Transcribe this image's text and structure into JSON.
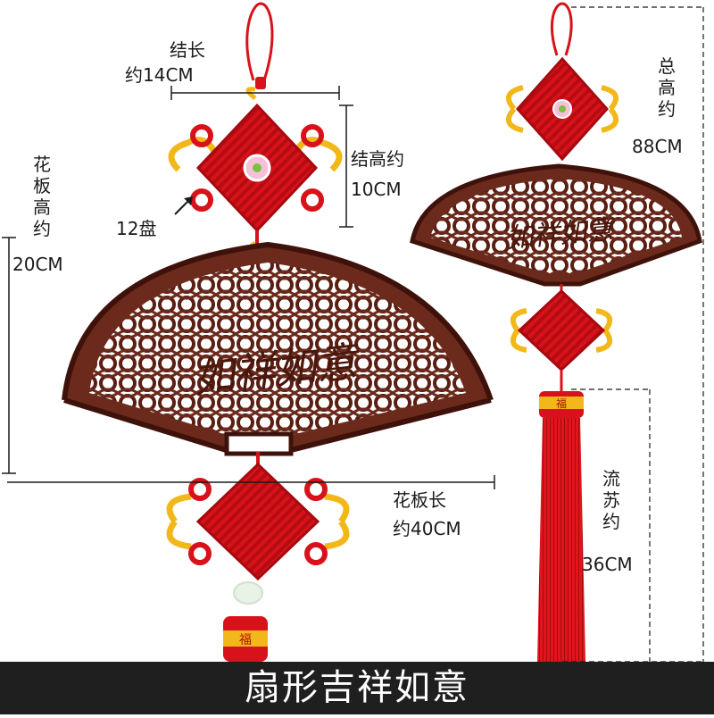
{
  "caption": "扇形吉祥如意",
  "carving_text": "如祥如意",
  "tassel_top_text": "福",
  "measurements": {
    "knot_length": "结长",
    "knot_length_value": "约14CM",
    "knot_height": "结高约",
    "knot_height_value": "10CM",
    "knot_count": "12盘",
    "panel_height": "花板高约",
    "panel_height_value": "20CM",
    "panel_length": "花板长",
    "panel_length_value": "约40CM",
    "total_height": "总高约",
    "total_height_value": "88CM",
    "tassel_length": "流苏约",
    "tassel_length_value": "36CM"
  },
  "colors": {
    "wood": "#6b2a1c",
    "wood_dark": "#3e120a",
    "knot_red": "#d8121a",
    "knot_gold": "#f2b81a",
    "tassel_red": "#e2141c"
  }
}
